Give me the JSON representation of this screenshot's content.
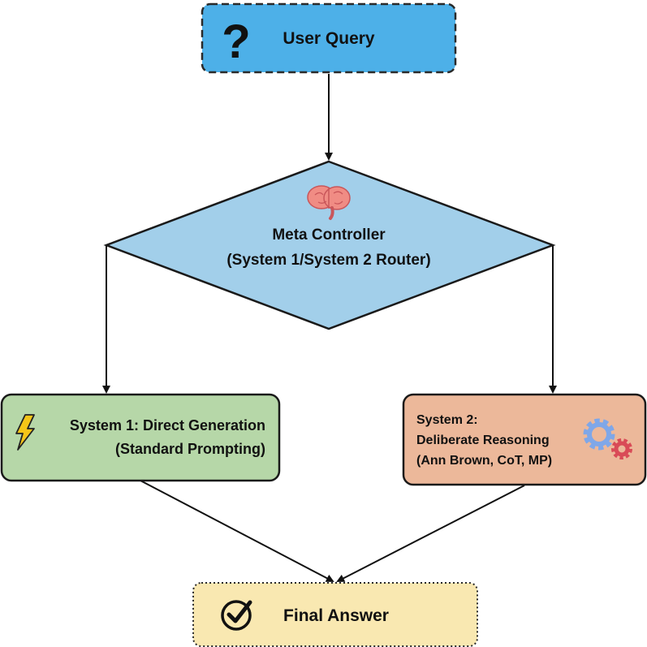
{
  "nodes": {
    "user_query": {
      "icon": "question-icon",
      "icon_glyph": "?",
      "label": "User Query",
      "fill": "#4DB0E8",
      "border": "#2a2a2a",
      "border_style": "dashed"
    },
    "meta_controller": {
      "icon": "brain-icon",
      "line1": "Meta Controller",
      "line2": "(System 1/System 2 Router)",
      "fill": "#A2CFEA",
      "border": "#1a1a1a"
    },
    "system1": {
      "icon": "lightning-icon",
      "line1": "System 1: Direct Generation",
      "line2": "(Standard Prompting)",
      "fill": "#B6D7A8",
      "border": "#1a1a1a"
    },
    "system2": {
      "icon": "gears-icon",
      "line1": "System 2:",
      "line2": "Deliberate Reasoning",
      "line3": "(Ann Brown, CoT, MP)",
      "fill": "#ECB89A",
      "border": "#1a1a1a"
    },
    "final_answer": {
      "icon": "checkmark-icon",
      "label": "Final Answer",
      "fill": "#F9E8B1",
      "border": "#2a2a2a",
      "border_style": "dotted"
    }
  },
  "colors": {
    "edge": "#111111",
    "brain": "#F08C84",
    "lightning": "#F5C518",
    "gear_blue": "#7FA7E8",
    "gear_red": "#D94B57"
  }
}
